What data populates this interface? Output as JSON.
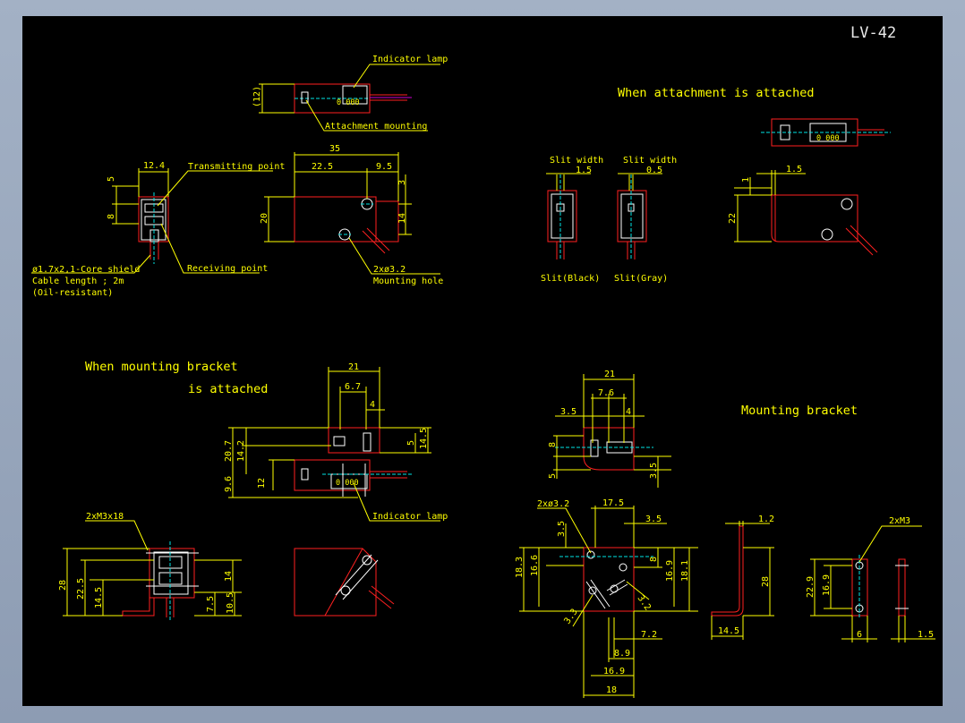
{
  "model": "LV-42",
  "titles": {
    "attachment": "When attachment is attached",
    "bracket_line1": "When mounting bracket",
    "bracket_line2": "is attached",
    "mounting_bracket": "Mounting bracket"
  },
  "labels": {
    "indicator_lamp": "Indicator lamp",
    "attachment_mounting": "Attachment mounting",
    "transmitting_point": "Transmitting point",
    "receiving_point": "Receiving point",
    "cable_1": "ø1.7x2,1-Core shield",
    "cable_2": "Cable length ; 2m",
    "cable_3": "(Oil-resistant)",
    "mounting_hole_dim": "2xø3.2",
    "mounting_hole": "Mounting hole",
    "slit_width": "Slit width",
    "slit_black": "Slit(Black)",
    "slit_gray": "Slit(Gray)",
    "indicator_lamp_2": "Indicator lamp",
    "screws": "2xM3x18",
    "holes_32": "2xø3.2",
    "m3": "2xM3",
    "lamp_mark": "0 000"
  },
  "dims": {
    "d12": "(12)",
    "d35": "35",
    "d22_5": "22.5",
    "d9_5": "9.5",
    "d3": "3",
    "d20": "20",
    "d14": "14",
    "d12_4": "12.4",
    "d5": "5",
    "d8": "8",
    "slit_15": "1.5",
    "slit_05": "0.5",
    "att_15": "1.5",
    "att_1": "1",
    "att_22": "22",
    "b21": "21",
    "b6_7": "6.7",
    "b4": "4",
    "b20_7": "20.7",
    "b14_2": "14.2",
    "b5": "5",
    "b14_5": "14.5",
    "b9_6": "9.6",
    "b12": "12",
    "s28": "28",
    "s22_5": "22.5",
    "s14_5": "14.5",
    "s14": "14",
    "s7_5": "7.5",
    "s10_5": "10.5",
    "k21": "21",
    "k7_6": "7.6",
    "k3_5": "3.5",
    "k4": "4",
    "k8": "8",
    "k5": "5",
    "k3_5b": "3.5",
    "f17_5": "17.5",
    "f3_5": "3.5",
    "f3_5b": "3.5",
    "f18_3": "18.3",
    "f16_6": "16.6",
    "f8": "8",
    "f16_9": "16.9",
    "f18_1": "18.1",
    "f3_3": "3.3",
    "f3_2": "3.2",
    "f7_2": "7.2",
    "f8_9": "8.9",
    "f16_9b": "16.9",
    "f18": "18",
    "l1_2": "1.2",
    "l28": "28",
    "l14_5": "14.5",
    "p22_9": "22.9",
    "p16_9": "16.9",
    "p6": "6",
    "p1_5": "1.5"
  }
}
